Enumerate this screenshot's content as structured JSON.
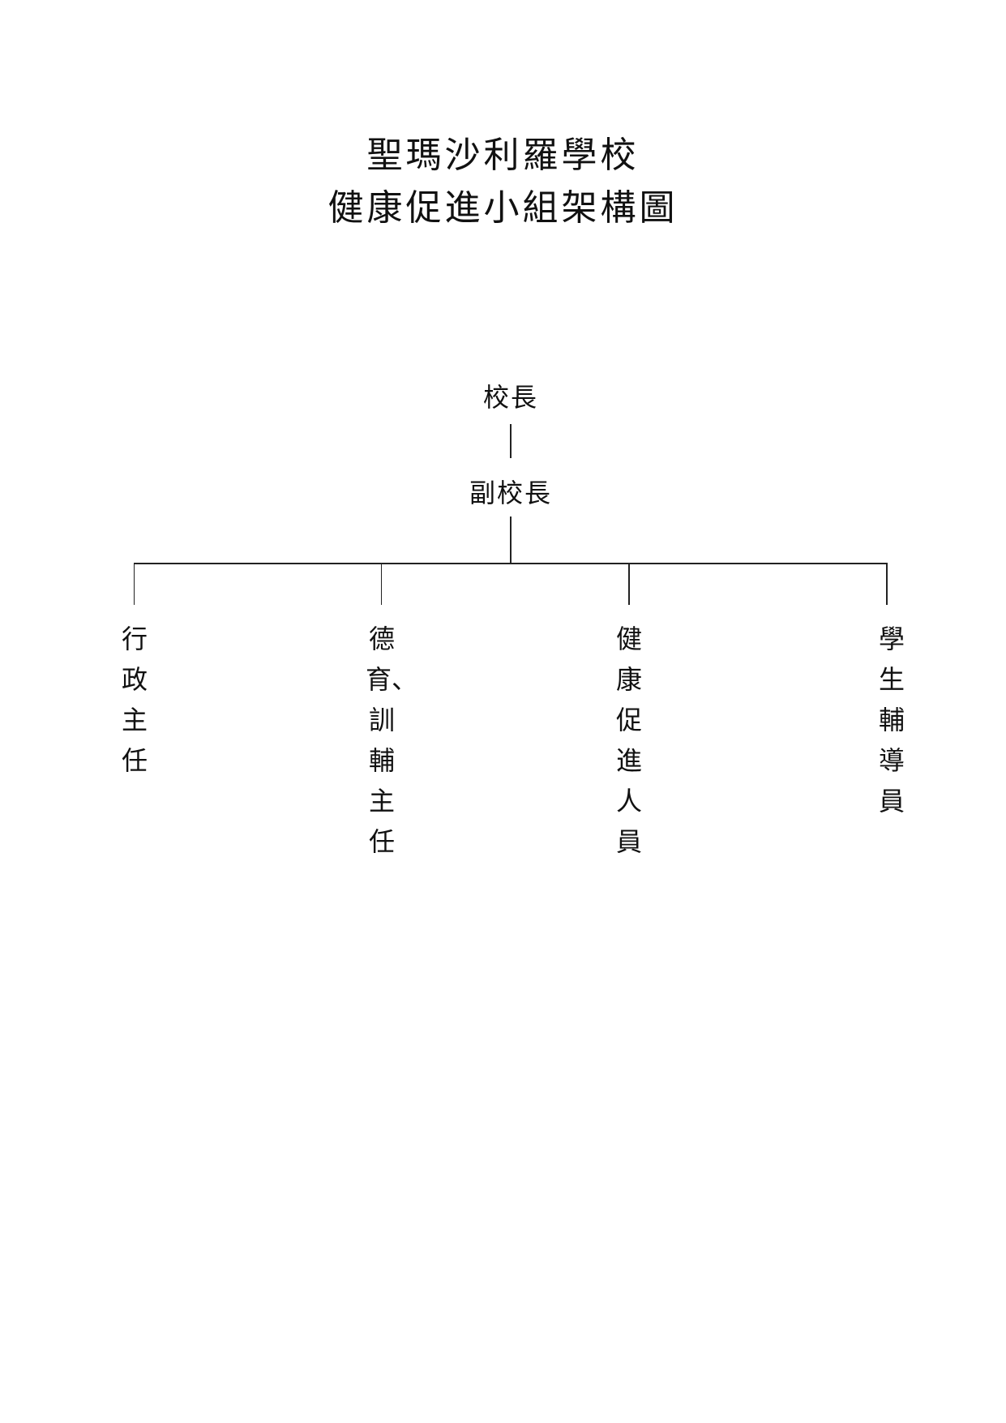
{
  "title": {
    "line1": "聖瑪沙利羅學校",
    "line2": "健康促進小組架構圖"
  },
  "chart": {
    "root": "校長",
    "level2": "副校長",
    "children": [
      "行政主任",
      "德育、訓輔主任",
      "健康促進人員",
      "學生輔導員"
    ]
  }
}
